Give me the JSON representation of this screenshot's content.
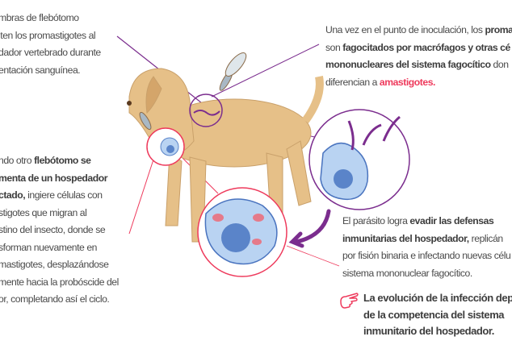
{
  "top_left": [
    "mbras de flebótomo",
    "iten los promastigotes al",
    "dador vertebrado durante",
    "entación sanguínea."
  ],
  "top_right": {
    "l1a": "Una vez en el punto de inoculación, los ",
    "l1b": "promas",
    "l2a": "son ",
    "l2b": "fagocitados por macrófagos y otras cé",
    "l3a": "mononucleares del sistema fagocítico",
    "l3b": " don",
    "l4a": "diferencian a ",
    "l4b": "amastigotes."
  },
  "middle_left": {
    "l1a": "ndo otro ",
    "l1b": "flebótomo se",
    "l2": "menta de un hospedador",
    "l3a": "ctado,",
    "l3b": " ingiere células con",
    "l4": "stigotes que migran al",
    "l5": "stino del insecto, donde se",
    "l6": "sforman nuevamente en",
    "l7": "mastigotes, desplazándose",
    "l8": "mente hacia la probóscide del",
    "l9": "or, completando así el ciclo."
  },
  "bottom_right": {
    "l1a": "El parásito logra ",
    "l1b": "evadir las defensas",
    "l2a": "inmunitarias del hospedador,",
    "l2b": " replicán",
    "l3": "por fisión binaria e infectando nuevas célu",
    "l4": "sistema mononuclear fagocítico."
  },
  "highlight": [
    "La evolución de la infección depe",
    "de la competencia del sistema",
    "inmunitario del hospedador."
  ],
  "colors": {
    "purple": "#7b2d8e",
    "pink": "#ee3a5c",
    "dog": "#e6c088",
    "cell": "#b9d3f2"
  }
}
